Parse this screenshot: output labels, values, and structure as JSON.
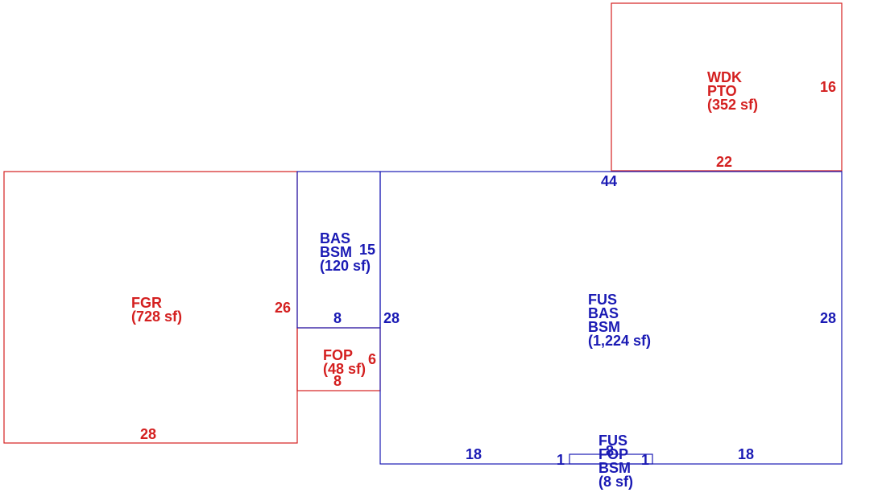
{
  "colors": {
    "red": "#d42020",
    "blue": "#1a1ab4"
  },
  "areas": {
    "wdk": {
      "code1": "WDK",
      "code2": "PTO",
      "area": "(352 sf)",
      "dim_right": "16",
      "dim_bottom": "22"
    },
    "main": {
      "code1": "FUS",
      "code2": "BAS",
      "code3": "BSM",
      "area": "(1,224 sf)",
      "dim_top": "44",
      "dim_left": "28",
      "dim_right": "28",
      "dim_bottom_left": "18",
      "dim_bottom_right": "18"
    },
    "fgr": {
      "code1": "FGR",
      "area": "(728 sf)",
      "dim_right": "26",
      "dim_bottom": "28"
    },
    "bas_small": {
      "code1": "BAS",
      "code2": "BSM",
      "area": "(120 sf)",
      "dim_right": "15",
      "dim_bottom": "8"
    },
    "fop": {
      "code1": "FOP",
      "area": "(48 sf)",
      "dim_right": "6",
      "dim_bottom": "8"
    },
    "bay": {
      "code1": "FUS",
      "code2": "FOP",
      "code3": "BSM",
      "area": "(8 sf)",
      "dim_left": "1",
      "dim_right": "1",
      "dim_top": "8"
    }
  }
}
